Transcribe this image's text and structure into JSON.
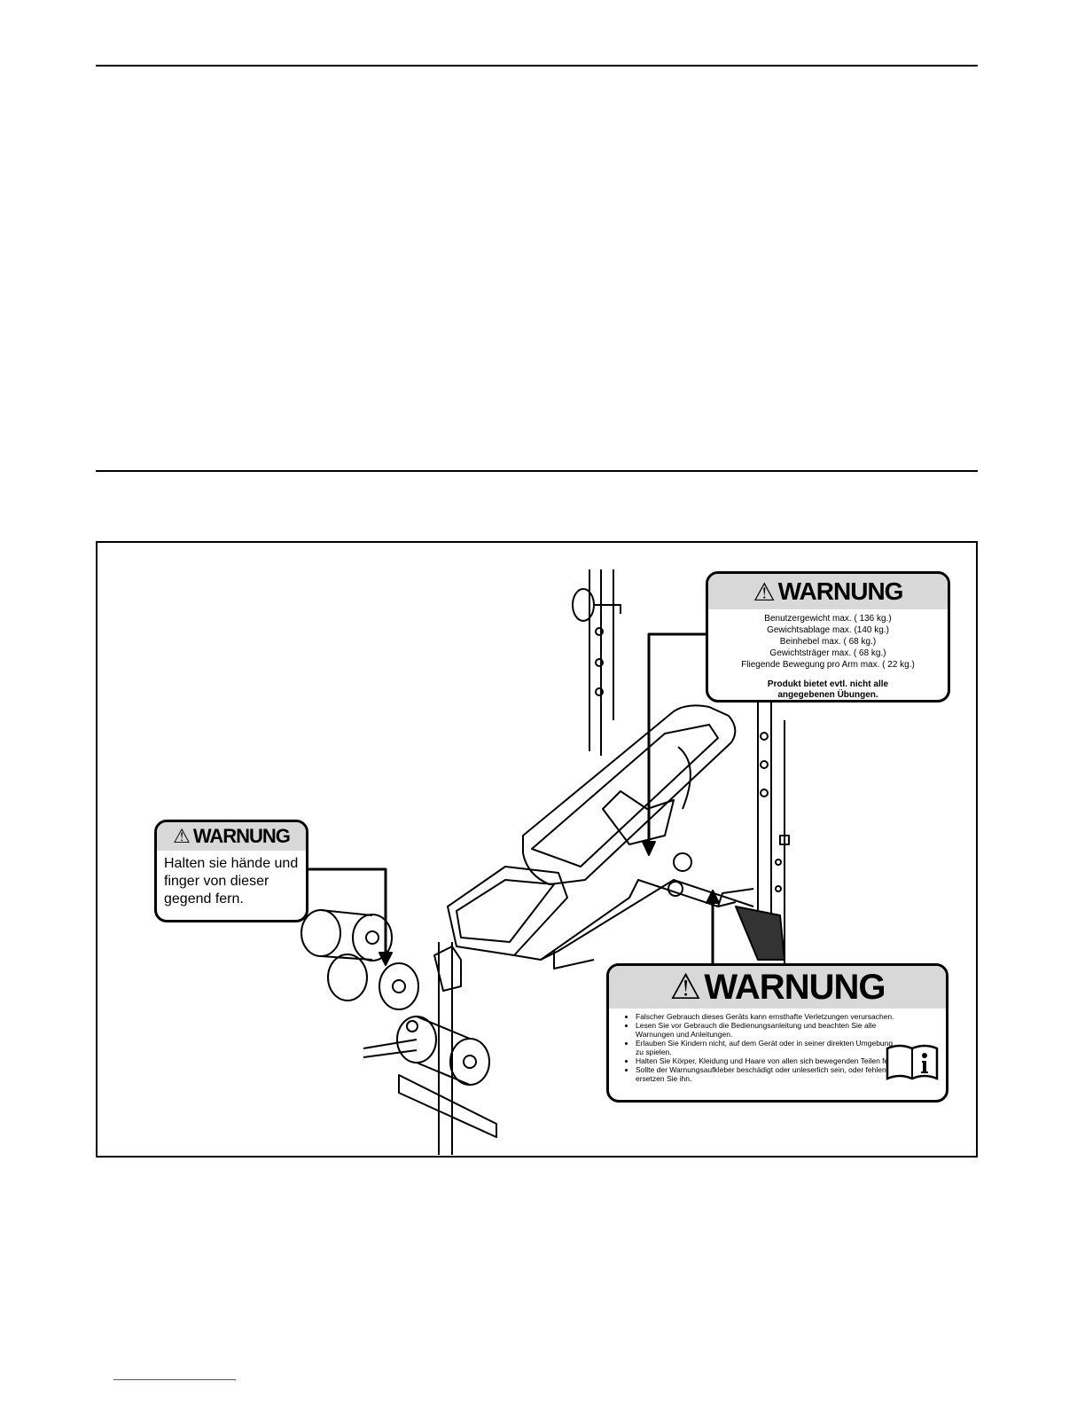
{
  "labels": {
    "capacity": {
      "title": "WARNUNG",
      "lines": [
        "Benutzergewicht max. ( 136 kg.)",
        "Gewichtsablage max. (140 kg.)",
        "Beinhebel max. ( 68 kg.)",
        "Gewichtsträger max. ( 68 kg.)",
        "Fliegende Bewegung pro Arm max. ( 22 kg.)"
      ],
      "note_line1": "Produkt bietet evtl. nicht alle",
      "note_line2": "angegebenen Übungen."
    },
    "hands": {
      "title": "WARNUNG",
      "line1": "Halten sie hände und",
      "line2": "finger von dieser",
      "line3": "gegend fern."
    },
    "general": {
      "title": "WARNUNG",
      "bullets": [
        "Falscher Gebrauch dieses Geräts kann ernsthafte Verletzungen verursachen.",
        "Lesen Sie vor Gebrauch die Bedienungsanleitung und beachten Sie alle Warnungen und Anleitungen.",
        "Erlauben Sie Kindern nicht, auf dem Gerät oder in seiner direkten Umgebung zu spielen.",
        "Halten Sie Körper, Kleidung und Haare von allen sich bewegenden Teilen fern.",
        "Sollte der Warnungsaufkleber beschädigt oder unleserlich sein, oder fehlen, ersetzen Sie ihn."
      ],
      "icon": "manual-info-icon"
    }
  },
  "colors": {
    "label_header": "#d8d8d8",
    "ink": "#000000"
  }
}
